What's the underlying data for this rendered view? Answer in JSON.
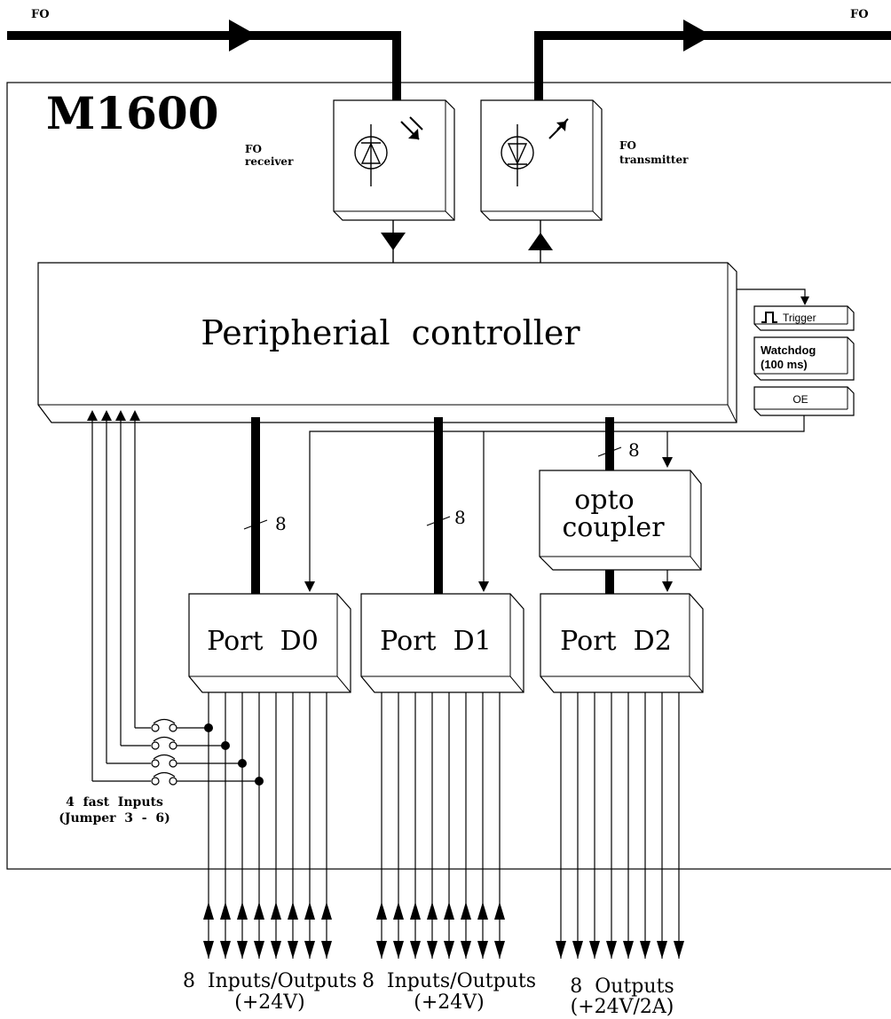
{
  "fo_left": "FO",
  "fo_right": "FO",
  "device_title": "M1600",
  "fo_receiver": [
    "FO",
    "receiver"
  ],
  "fo_transmitter": [
    "FO",
    "transmitter"
  ],
  "controller_label": "Peripherial  controller",
  "side_blocks": {
    "trigger": "Trigger",
    "watchdog": [
      "Watchdog",
      "(100 ms)"
    ],
    "oe": "OE"
  },
  "optocoupler": [
    "opto",
    "coupler"
  ],
  "bus_width": "8",
  "ports": [
    {
      "label": "Port  D0",
      "caption": [
        "8  Inputs/Outputs",
        "(+24V)"
      ]
    },
    {
      "label": "Port  D1",
      "caption": [
        "8  Inputs/Outputs",
        "(+24V)"
      ]
    },
    {
      "label": "Port  D2",
      "caption": [
        "8  Outputs",
        "(+24V/2A)"
      ]
    }
  ],
  "fast_inputs": [
    "4  fast  Inputs",
    "(Jumper  3  -  6)"
  ]
}
